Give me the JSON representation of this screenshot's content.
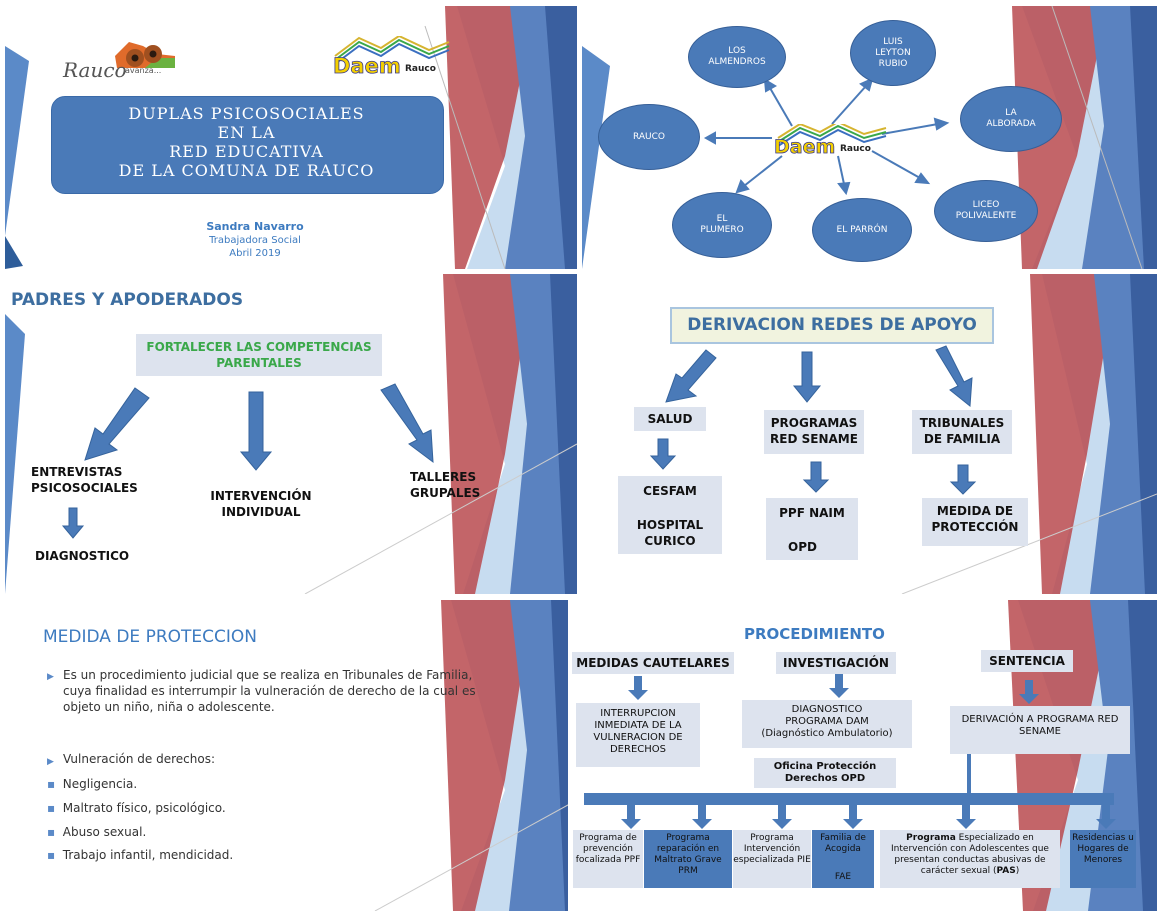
{
  "slide1": {
    "logo_rauco_script": "Rauco",
    "logo_rauco_tag": "avanza...",
    "logo_daem_big": "Daem",
    "logo_daem_small": "Rauco",
    "title_lines": [
      "DUPLAS PSICOSOCIALES",
      "EN LA",
      "RED EDUCATIVA",
      "DE LA COMUNA DE RAUCO"
    ],
    "author": "Sandra Navarro",
    "role": "Trabajadora Social",
    "date": "Abril 2019"
  },
  "slide2": {
    "center_big": "Daem",
    "center_small": "Rauco",
    "nodes": [
      {
        "label": "LOS\nALMENDROS"
      },
      {
        "label": "LUIS\nLEYTON\nRUBIO"
      },
      {
        "label": "LA\nALBORADA"
      },
      {
        "label": "RAUCO"
      },
      {
        "label": "LICEO\nPOLIVALENTE"
      },
      {
        "label": "EL\nPLUMERO"
      },
      {
        "label": "EL PARRÓN"
      }
    ]
  },
  "slide3": {
    "title": "PADRES Y APODERADOS",
    "box_line1": "FORTALECER LAS COMPETENCIAS",
    "box_line2": "PARENTALES",
    "left_1": "ENTREVISTAS",
    "left_2": "PSICOSOCIALES",
    "left_3": "DIAGNOSTICO",
    "mid_1": "INTERVENCIÓN",
    "mid_2": "INDIVIDUAL",
    "right_1": "TALLERES",
    "right_2": "GRUPALES"
  },
  "slide4": {
    "title": "DERIVACION REDES DE APOYO",
    "salud": "SALUD",
    "programas_1": "PROGRAMAS",
    "programas_2": "RED SENAME",
    "tribunales_1": "TRIBUNALES",
    "tribunales_2": "DE FAMILIA",
    "cesfam": "CESFAM",
    "hospital_1": "HOSPITAL",
    "hospital_2": "CURICO",
    "ppf": "PPF NAIM",
    "opd": "OPD",
    "medida_1": "MEDIDA DE",
    "medida_2": "PROTECCIÓN"
  },
  "slide5": {
    "title": "MEDIDA DE PROTECCION",
    "para": "Es un procedimiento judicial que se realiza en Tribunales de Familia, cuya finalidad es interrumpir la vulneración de derecho de la cual es objeto un niño, niña o adolescente.",
    "sub": "Vulneración de derechos:",
    "items": [
      "Negligencia.",
      "Maltrato físico, psicológico.",
      "Abuso sexual.",
      "Trabajo infantil, mendicidad."
    ]
  },
  "slide6": {
    "title": "PROCEDIMIENTO",
    "h1": "MEDIDAS CAUTELARES",
    "h2": "INVESTIGACIÓN",
    "h3": "SENTENCIA",
    "box1": "INTERRUPCION INMEDIATA DE LA VULNERACION DE DERECHOS",
    "box2_1": "DIAGNOSTICO",
    "box2_2": "PROGRAMA DAM",
    "box2_3": "(Diagnóstico Ambulatorio)",
    "box3": "DERIVACIÓN A PROGRAMA RED SENAME",
    "opd_1": "Oficina Protección",
    "opd_2": "Derechos OPD",
    "b_ppf": "Programa de prevención focalizada PPF",
    "b_prm": "Programa reparación en Maltrato Grave PRM",
    "b_pie": "Programa Intervención especializada PIE",
    "b_fae_1": "Familia de Acogida",
    "b_fae_2": "FAE",
    "b_pas_bold": "Programa",
    "b_pas_rest": " Especializado en Intervención con Adolescentes que presentan conductas abusivas de carácter sexual (",
    "b_pas_abbr": "PAS",
    "b_pas_end": ")",
    "b_res": "Residencias u Hogares de Menores"
  }
}
